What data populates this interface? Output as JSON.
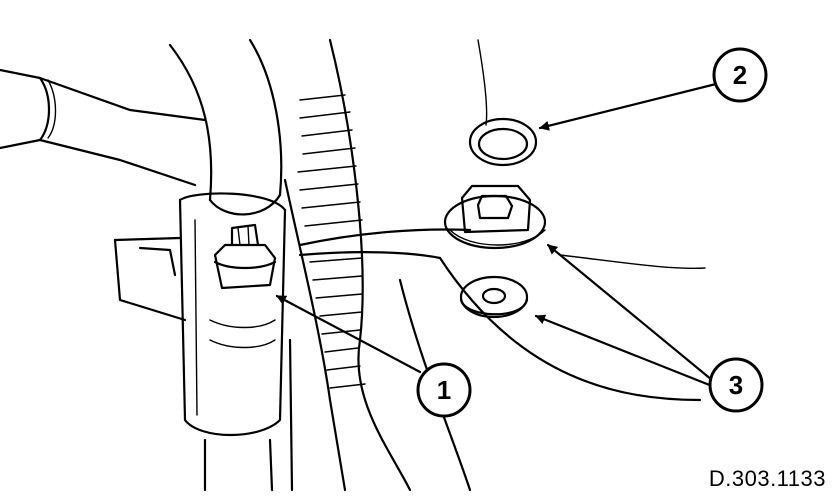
{
  "callouts": {
    "c1": "1",
    "c2": "2",
    "c3": "3"
  },
  "reference_code": "D.303.1133"
}
